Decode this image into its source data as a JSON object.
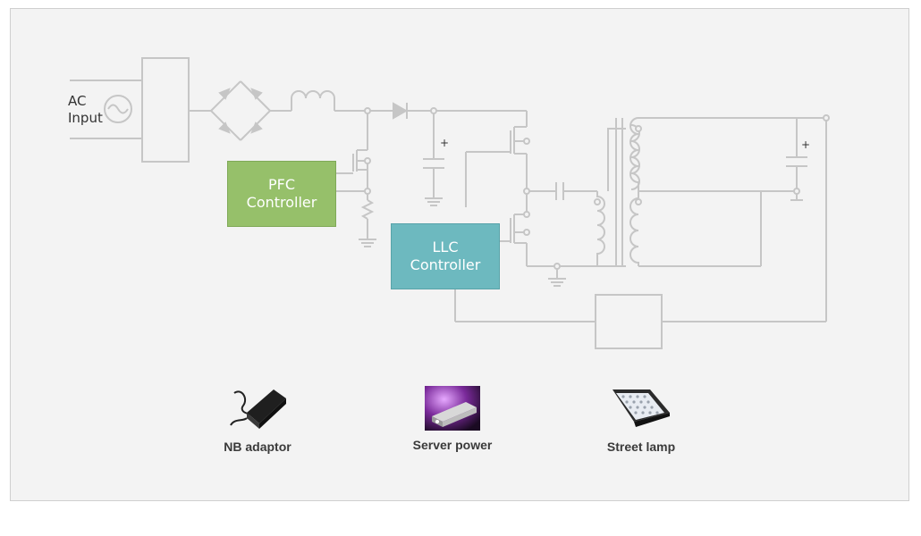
{
  "ac_input": {
    "line1": "AC",
    "line2": "Input"
  },
  "pfc_controller": {
    "line1": "PFC",
    "line2": "Controller"
  },
  "llc_controller": {
    "line1": "LLC",
    "line2": "Controller"
  },
  "capacitor_polarity": {
    "bulk": "+",
    "output": "+"
  },
  "applications": [
    {
      "label": "NB adaptor",
      "icon": "laptop-adapter-icon"
    },
    {
      "label": "Server power",
      "icon": "server-power-icon"
    },
    {
      "label": "Street lamp",
      "icon": "street-lamp-icon"
    }
  ],
  "colors": {
    "pfc": "#96c06a",
    "llc": "#6db9bf",
    "wire": "#c8c8c8",
    "panel": "#f3f3f3"
  }
}
